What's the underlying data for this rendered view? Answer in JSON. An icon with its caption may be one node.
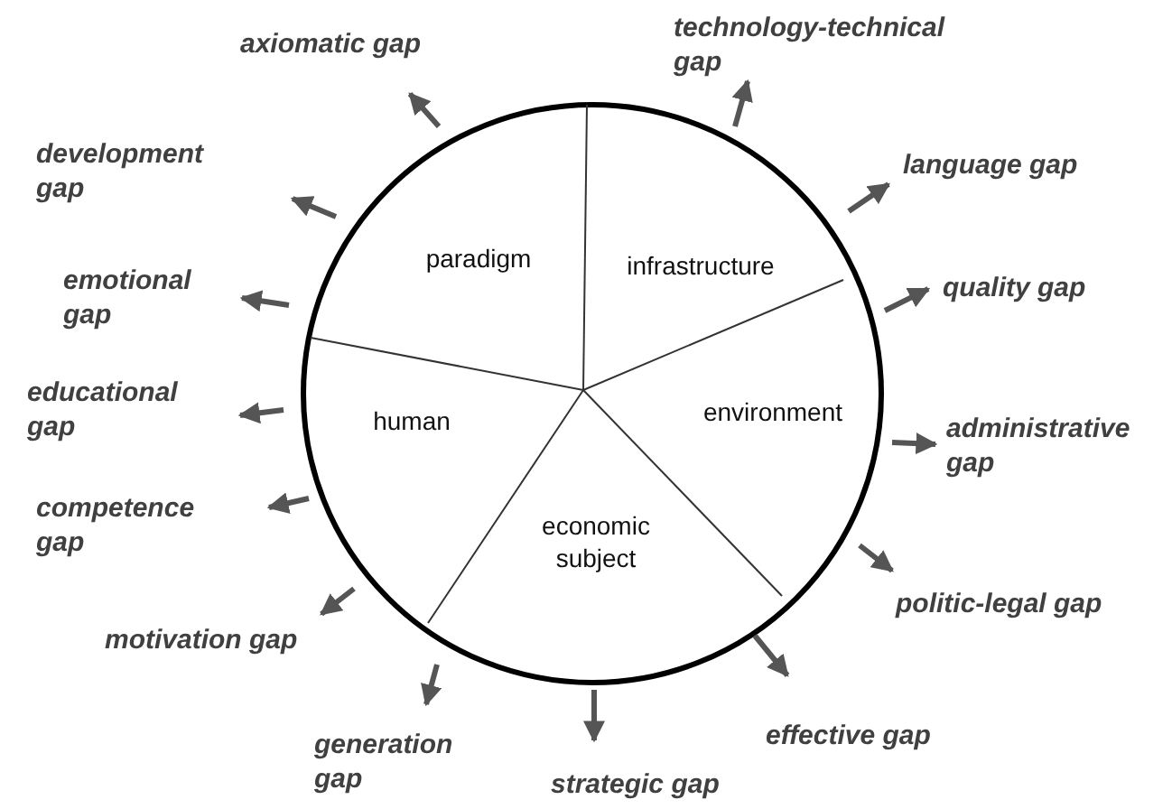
{
  "diagram": {
    "nodes": [
      {
        "text": [],
        "shape": "circle"
      },
      {
        "text": [
          "paradigm"
        ],
        "in": 0
      },
      {
        "text": [
          "infrastructure"
        ],
        "in": 0
      },
      {
        "text": [
          "environment"
        ],
        "in": 0
      },
      {
        "text": [
          "economic subject"
        ],
        "in": 0
      },
      {
        "text": [
          "human"
        ],
        "in": 0
      },
      {
        "text": [
          "technology-technical gap"
        ]
      },
      {
        "text": [
          "language gap"
        ]
      },
      {
        "text": [
          "quality gap"
        ]
      },
      {
        "text": [
          "administrative gap"
        ]
      },
      {
        "text": [
          "politic-legal gap"
        ]
      },
      {
        "text": [
          "effective gap"
        ]
      },
      {
        "text": [
          "strategic gap"
        ]
      },
      {
        "text": [
          "generation gap"
        ]
      },
      {
        "text": [
          "motivation gap"
        ]
      },
      {
        "text": [
          "competence gap"
        ]
      },
      {
        "text": [
          "educational gap"
        ]
      },
      {
        "text": [
          "emotional gap"
        ]
      },
      {
        "text": [
          "development gap"
        ]
      },
      {
        "text": [
          "axiomatic gap"
        ]
      }
    ],
    "edges": [
      {
        "from": 0,
        "to": 6,
        "arrow": "to"
      },
      {
        "from": 0,
        "to": 7,
        "arrow": "to"
      },
      {
        "from": 0,
        "to": 8,
        "arrow": "to"
      },
      {
        "from": 0,
        "to": 9,
        "arrow": "to"
      },
      {
        "from": 0,
        "to": 10,
        "arrow": "to"
      },
      {
        "from": 0,
        "to": 11,
        "arrow": "to"
      },
      {
        "from": 0,
        "to": 12,
        "arrow": "to"
      },
      {
        "from": 0,
        "to": 13,
        "arrow": "to"
      },
      {
        "from": 0,
        "to": 14,
        "arrow": "to"
      },
      {
        "from": 0,
        "to": 15,
        "arrow": "to"
      },
      {
        "from": 0,
        "to": 16,
        "arrow": "to"
      },
      {
        "from": 0,
        "to": 17,
        "arrow": "to"
      },
      {
        "from": 0,
        "to": 18,
        "arrow": "to"
      },
      {
        "from": 0,
        "to": 19,
        "arrow": "to"
      }
    ]
  }
}
